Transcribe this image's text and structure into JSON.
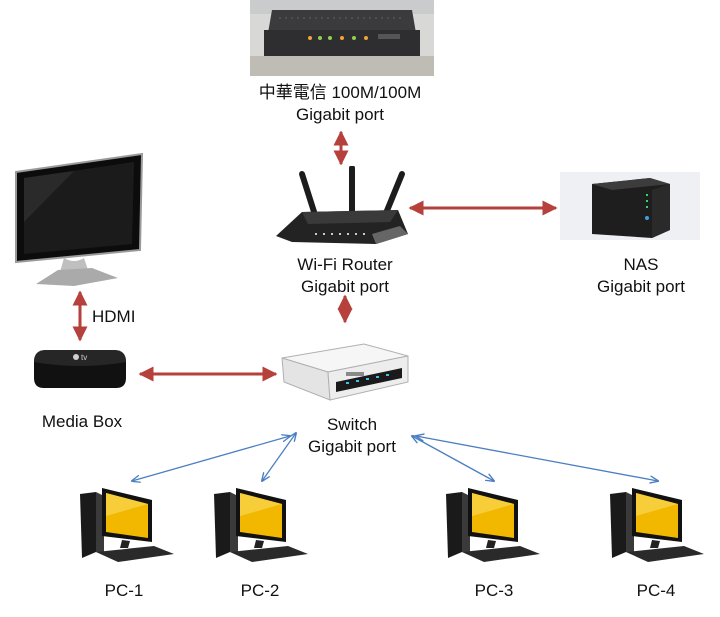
{
  "labels": {
    "modem_line1": "中華電信 100M/100M",
    "modem_line2": "Gigabit port",
    "router_line1": "Wi-Fi Router",
    "router_line2": "Gigabit port",
    "nas_line1": "NAS",
    "nas_line2": "Gigabit port",
    "hdmi": "HDMI",
    "media_box": "Media Box",
    "switch_line1": "Switch",
    "switch_line2": "Gigabit port",
    "pc1": "PC-1",
    "pc2": "PC-2",
    "pc3": "PC-3",
    "pc4": "PC-4"
  },
  "icons": {
    "modem": "modem-icon",
    "router": "wifi-router-icon",
    "nas": "nas-icon",
    "tv": "tv-monitor-icon",
    "media_box": "apple-tv-box-icon",
    "switch": "network-switch-icon",
    "pc": "desktop-pc-icon"
  },
  "colors": {
    "wired_link": "#b5403c",
    "pc_link": "#4a7fc1",
    "monitor_screen": "#f2b800"
  }
}
